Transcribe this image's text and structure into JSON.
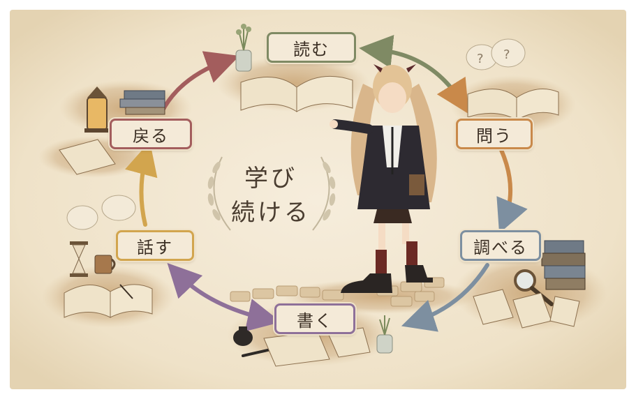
{
  "diagram": {
    "center": {
      "line1": "学び",
      "line2": "続ける"
    },
    "steps": [
      {
        "label": "読む",
        "color": "#7f8a64"
      },
      {
        "label": "問う",
        "color": "#c9894a"
      },
      {
        "label": "調べる",
        "color": "#7d8fa0"
      },
      {
        "label": "書く",
        "color": "#8e7099"
      },
      {
        "label": "話す",
        "color": "#d2a54e"
      },
      {
        "label": "戻る",
        "color": "#a35d5d"
      }
    ]
  },
  "colors": {
    "parchment": "#f3e9d6",
    "ink": "#3b2f24",
    "ground": "#c9a679"
  }
}
